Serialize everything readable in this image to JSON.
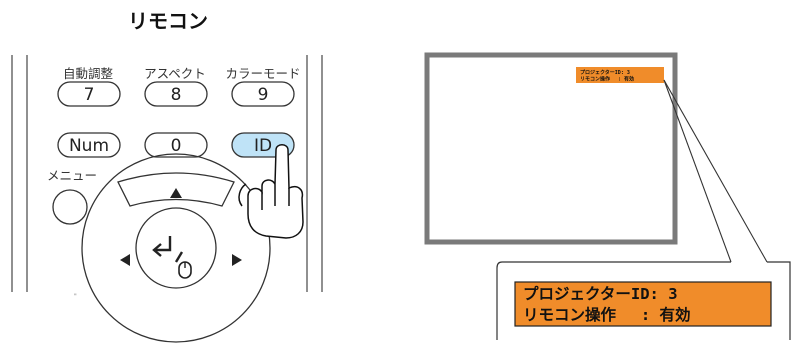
{
  "remote": {
    "title": "リモコン",
    "buttons_row1": [
      {
        "caption": "自動調整",
        "label": "7"
      },
      {
        "caption": "アスペクト",
        "label": "8"
      },
      {
        "caption": "カラーモード",
        "label": "9"
      }
    ],
    "buttons_row2": [
      {
        "label": "Num"
      },
      {
        "label": "0"
      },
      {
        "label": "ID"
      }
    ],
    "menu_label": "メニュー"
  },
  "screen": {
    "osd": {
      "line1": "プロジェクターID: 3",
      "line2": "リモコン操作　 : 有効",
      "highlight_color": "#f08c2a"
    }
  },
  "colors": {
    "id_button": "#bfe3f7",
    "screen_border": "#7a7a7a"
  }
}
